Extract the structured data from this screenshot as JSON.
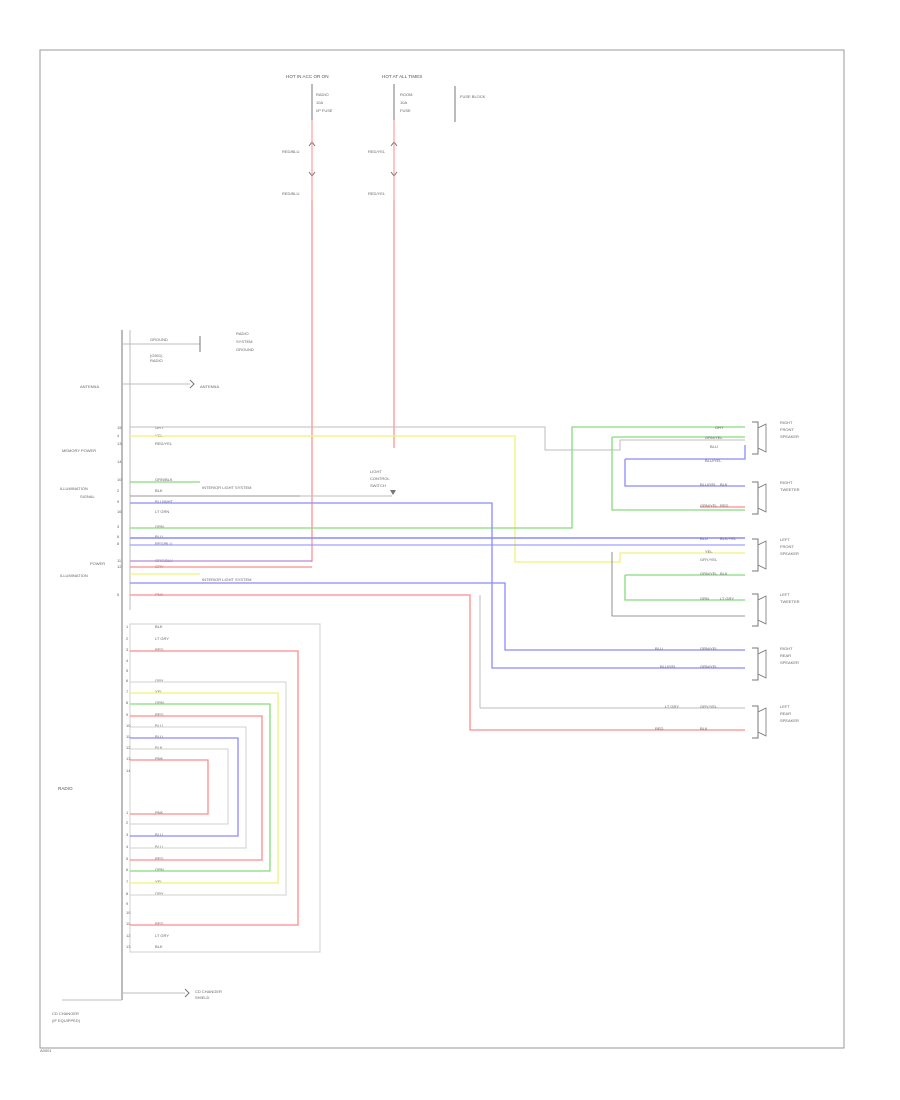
{
  "texts": {
    "fuse_left": "HOT IN ACC OR ON",
    "fuse_right": "HOT AT ALL TIMES",
    "fuse_left_sub1": "RADIO",
    "fuse_left_sub2": "10A",
    "fuse_left_sub3": "I/P FUSE",
    "fuse_right_sub1": "ROOM",
    "fuse_right_sub2": "10A",
    "fuse_right_sub3": "FUSE",
    "fuse_right_note": "FUSE BLOCK",
    "wire_l1": "RED/BLU",
    "wire_l2": "RED/BLU",
    "wire_r1": "RED/YEL",
    "wire_r2": "RED/YEL",
    "ground_label": "GROUND",
    "ground_sub": "(G501)",
    "ground_note_1": "RADIO",
    "ground_note_2": "SYSTEM",
    "ground_note_3": "GROUND",
    "antenna_label": "ANTENNA",
    "antenna_node": "ANTENNA",
    "memory_label": "MEMORY POWER",
    "illum_label": "ILLUMINATION",
    "illum_sub": "SIGNAL",
    "power_label": "POWER",
    "illum2_label": "ILLUMINATION",
    "interior_1": "INTERIOR LIGHT SYSTEM",
    "interior_2": "INTERIOR LIGHT SYSTEM",
    "light_ctrl_1": "LIGHT",
    "light_ctrl_2": "CONTROL",
    "light_ctrl_3": "SWITCH",
    "radio_label": "RADIO",
    "cd_label_1": "CD CHANGER",
    "cd_label_2": "(IF EQUIPPED)",
    "cd_node": "CD CHANGER",
    "cd_node2": "SHIELD",
    "footer": "A0001"
  },
  "speakers": [
    {
      "label1": "RIGHT",
      "label2": "FRONT",
      "label3": "SPEAKER"
    },
    {
      "label1": "RIGHT",
      "label2": "TWEETER",
      "label3": ""
    },
    {
      "label1": "LEFT",
      "label2": "FRONT",
      "label3": "SPEAKER"
    },
    {
      "label1": "LEFT",
      "label2": "TWEETER",
      "label3": ""
    },
    {
      "label1": "RIGHT",
      "label2": "REAR",
      "label3": "SPEAKER"
    },
    {
      "label1": "LEFT",
      "label2": "REAR",
      "label3": "SPEAKER"
    }
  ],
  "upper_pins": [
    {
      "pin": "15",
      "wire": "GRY"
    },
    {
      "pin": "4",
      "wire": "YEL"
    },
    {
      "pin": "13",
      "wire": "RED/YEL"
    },
    {
      "pin": "14",
      "wire": ""
    },
    {
      "pin": "10",
      "wire": "GRN/BLK"
    },
    {
      "pin": "2",
      "wire": "BLK"
    },
    {
      "pin": "9",
      "wire": "BLU/WHT"
    },
    {
      "pin": "16",
      "wire": "LT GRN"
    },
    {
      "pin": "3",
      "wire": "GRN"
    },
    {
      "pin": "6",
      "wire": "BLU"
    },
    {
      "pin": "8",
      "wire": "RED/BLU"
    },
    {
      "pin": "11",
      "wire": "ORG/BLK"
    },
    {
      "pin": "12",
      "wire": "GRY"
    },
    {
      "pin": "5",
      "wire": "PNK"
    }
  ],
  "lower_pins": [
    {
      "pin": "1",
      "wire": "BLK"
    },
    {
      "pin": "2",
      "wire": "LT GRY"
    },
    {
      "pin": "3",
      "wire": "RED"
    },
    {
      "pin": "4",
      "wire": ""
    },
    {
      "pin": "5",
      "wire": ""
    },
    {
      "pin": "6",
      "wire": "GRY"
    },
    {
      "pin": "7",
      "wire": "YEL"
    },
    {
      "pin": "8",
      "wire": "GRN"
    },
    {
      "pin": "9",
      "wire": "RED"
    },
    {
      "pin": "10",
      "wire": "BLU"
    },
    {
      "pin": "11",
      "wire": "BLU"
    },
    {
      "pin": "12",
      "wire": "BLK"
    },
    {
      "pin": "13",
      "wire": "PNK"
    },
    {
      "pin": "14",
      "wire": ""
    }
  ],
  "cd_pins": [
    {
      "pin": "1",
      "wire": "PNK"
    },
    {
      "pin": "2",
      "wire": ""
    },
    {
      "pin": "3",
      "wire": "BLU"
    },
    {
      "pin": "4",
      "wire": "BLU"
    },
    {
      "pin": "5",
      "wire": "RED"
    },
    {
      "pin": "6",
      "wire": "GRN"
    },
    {
      "pin": "7",
      "wire": "YEL"
    },
    {
      "pin": "8",
      "wire": "GRY"
    },
    {
      "pin": "9",
      "wire": ""
    },
    {
      "pin": "10",
      "wire": ""
    },
    {
      "pin": "11",
      "wire": "RED"
    },
    {
      "pin": "12",
      "wire": "LT GRY"
    },
    {
      "pin": "13",
      "wire": "BLK"
    }
  ],
  "speaker_wires": [
    {
      "wire": "GRY"
    },
    {
      "wire": "GRN/YEL"
    },
    {
      "wire": "BLU"
    },
    {
      "wire": "BLU/YEL"
    },
    {
      "wire": "BLU/YEL"
    },
    {
      "wire": "BLK"
    },
    {
      "wire": "GRN/YEL"
    },
    {
      "wire": "RED"
    },
    {
      "wire": "BLU"
    },
    {
      "wire": "BLK/YEL"
    },
    {
      "wire": "YEL"
    },
    {
      "wire": "GRY/YEL"
    },
    {
      "wire": "GRN/YEL"
    },
    {
      "wire": "BLK"
    },
    {
      "wire": "GRN"
    },
    {
      "wire": "LT GRY"
    },
    {
      "wire": "BLU"
    },
    {
      "wire": "GRN/YEL"
    },
    {
      "wire": "BLU/YEL"
    },
    {
      "wire": "GRN/YEL"
    },
    {
      "wire": "LT GRY"
    },
    {
      "wire": "GRY/YEL"
    },
    {
      "wire": "RED"
    },
    {
      "wire": "BLK"
    }
  ],
  "colors": {
    "red": "#ff8a8a",
    "yellow": "#f2f27a",
    "green": "#86dc7c",
    "blue": "#8a8aff",
    "purple": "#b88ad8",
    "gray": "#bdbdbd"
  }
}
